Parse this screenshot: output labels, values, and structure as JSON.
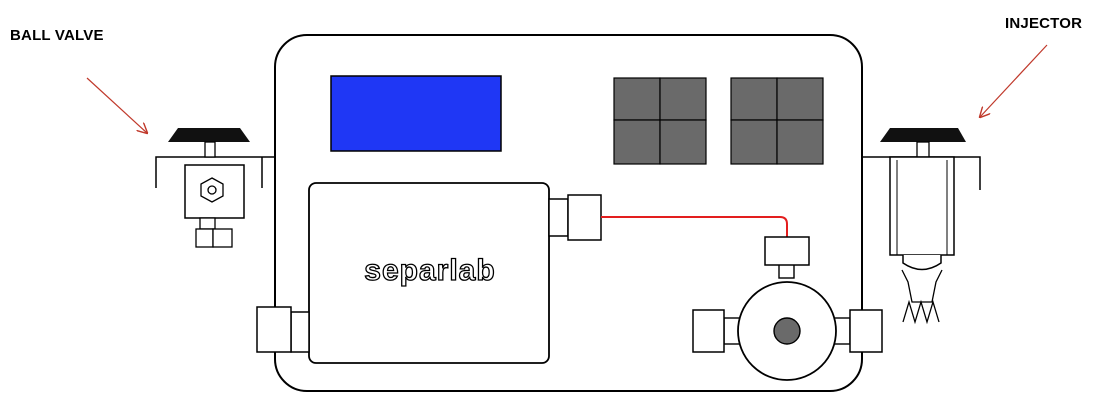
{
  "labels": {
    "ball_valve": "BALL VALVE",
    "injector": "INJECTOR"
  },
  "brand": {
    "logo_text": "separlab"
  },
  "colors": {
    "display_screen": "#1f37f5",
    "keypad_keys": "#6a6a6a",
    "tubing": "#e31e1e",
    "pointer_arrows": "#c0392b",
    "valve_handle": "#111111",
    "outline": "#000000"
  },
  "icons": {
    "ball_valve_nut": "hex-nut-icon",
    "pump_rotor": "rotor-icon"
  }
}
